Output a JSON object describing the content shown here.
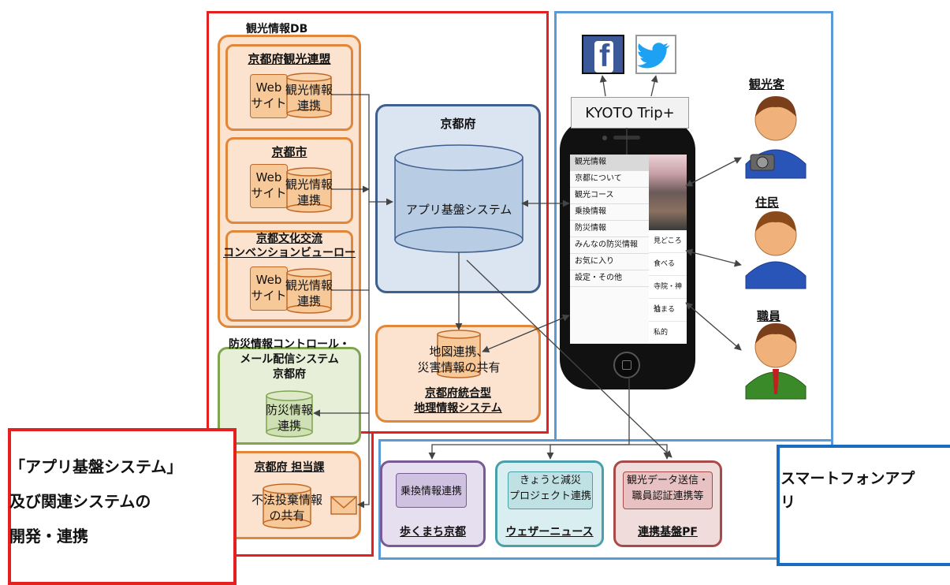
{
  "db": {
    "title": "観光情報DB",
    "groups": [
      {
        "title": "京都府観光連盟",
        "web": "Web\nサイト",
        "cyl": "観光情報\n連携"
      },
      {
        "title": "京都市",
        "web": "Web\nサイト",
        "cyl": "観光情報\n連携"
      },
      {
        "title": "京都文化交流\nコンベンションビューロー",
        "web": "Web\nサイト",
        "cyl": "観光情報\n連携"
      }
    ]
  },
  "disaster": {
    "title": "防災情報コントロール・\nメール配信システム\n京都府",
    "cyl": "防災情報\n連携"
  },
  "dept": {
    "title": "京都府 担当課",
    "cyl": "不法投棄情報\nの共有"
  },
  "kyoto": {
    "title": "京都府",
    "cyl": "アプリ基盤システム"
  },
  "gis": {
    "cyl": "地図連携、\n災害情報の共有",
    "title": "京都府統合型\n地理情報システム"
  },
  "bottom": [
    {
      "inner": "乗換情報連携",
      "label": "歩くまち京都"
    },
    {
      "inner": "きょうと減災\nプロジェクト連携",
      "label": "ウェザーニュース"
    },
    {
      "inner": "観光データ送信・\n職員認証連携等",
      "label": "連携基盤PF"
    }
  ],
  "app": {
    "name": "KYOTO Trip+",
    "menu": [
      "観光情報",
      "京都について",
      "観光コース",
      "乗換情報",
      "防災情報",
      "みんなの防災情報",
      "お気に入り",
      "設定・その他"
    ],
    "side": [
      "見どころ",
      "食べる",
      "寺院・神社",
      "泊まる",
      "私的"
    ]
  },
  "users": [
    {
      "label": "観光客",
      "shirt": "#2a55b8"
    },
    {
      "label": "住民",
      "shirt": "#2a55b8"
    },
    {
      "label": "職員",
      "shirt": "#3a8a2a"
    }
  ],
  "social": {
    "facebook": "f",
    "twitter": "bird"
  },
  "callouts": {
    "left": "「アプリ基盤システム」\n及び関連システムの\n開発・連携",
    "right": "スマートフォンアプ\nリ"
  },
  "colors": {
    "red": "#e52020",
    "blue": "#5a9bd5",
    "orange": "#e0873a",
    "fb": "#3b5998",
    "tw": "#1da1f2"
  }
}
